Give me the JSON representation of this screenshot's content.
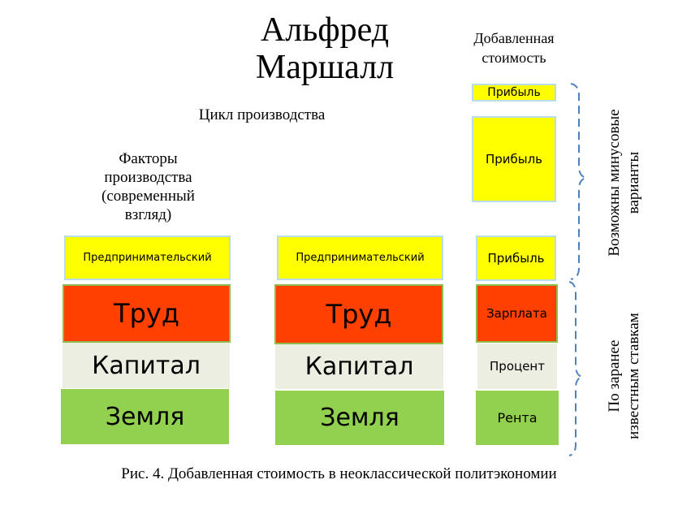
{
  "title_line1": "Альфред",
  "title_line2": "Маршалл",
  "value_added_line1": "Добавленная",
  "value_added_line2": "стоимость",
  "cycle": "Цикл производства",
  "factors": [
    "Факторы",
    "производства",
    "(современный",
    "взгляд)"
  ],
  "column1": {
    "entrepreneur": "Предпринимательский",
    "labor": "Труд",
    "capital": "Капитал",
    "land": "Земля"
  },
  "column2": {
    "entrepreneur": "Предпринимательский",
    "labor": "Труд",
    "capital": "Капитал",
    "land": "Земля"
  },
  "column3": {
    "profit_small": "Прибыль",
    "profit_large": "Прибыль",
    "profit": "Прибыль",
    "wage": "Зарплата",
    "interest": "Процент",
    "rent": "Рента"
  },
  "brace_top": [
    "Возможны  минусовые",
    "варианты"
  ],
  "brace_bottom": [
    "По заранее",
    "известным ставкам"
  ],
  "caption": "Рис. 4. Добавленная стоимость в неоклассической политэкономии",
  "colors": {
    "yellow": "#ffff00",
    "red": "#ff4000",
    "grey": "#ebeee0",
    "green": "#92d050",
    "brace": "#4f81bd"
  }
}
